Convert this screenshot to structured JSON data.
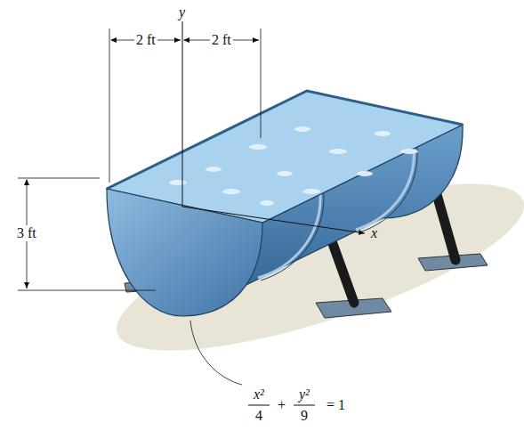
{
  "diagram": {
    "labels": [
      "y",
      "2 ft",
      "2 ft",
      "3 ft",
      "x",
      "x²",
      "4",
      "+",
      "y²",
      "9",
      "= 1"
    ]
  }
}
